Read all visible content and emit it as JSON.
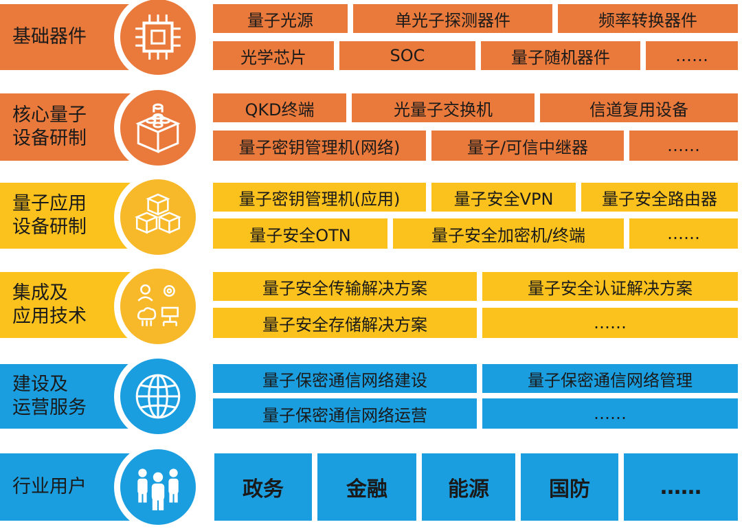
{
  "rows": [
    {
      "label": "基础器件",
      "icon": "chip-icon",
      "color": "#ea7a3b",
      "items": [
        "量子光源",
        "单光子探测器件",
        "频率转换器件",
        "光学芯片",
        "SOC",
        "量子随机器件",
        "……"
      ]
    },
    {
      "label": "核心量子\n设备研制",
      "icon": "blocks-icon",
      "color": "#ea7a3b",
      "items": [
        "QKD终端",
        "光量子交换机",
        "信道复用设备",
        "量子密钥管理机(网络)",
        "量子/可信中继器",
        "……"
      ]
    },
    {
      "label": "量子应用\n设备研制",
      "icon": "cubes-icon",
      "color": "#fbc21e",
      "items": [
        "量子密钥管理机(应用)",
        "量子安全VPN",
        "量子安全路由器",
        "量子安全OTN",
        "量子安全加密机/终端",
        "……"
      ]
    },
    {
      "label": "集成及\n应用技术",
      "icon": "integration-icon",
      "color": "#fbc21e",
      "items": [
        "量子安全传输解决方案",
        "量子安全认证解决方案",
        "量子安全存储解决方案",
        "……"
      ]
    },
    {
      "label": "建设及\n运营服务",
      "icon": "globe-icon",
      "color": "#1a9ee0",
      "items": [
        "量子保密通信网络建设",
        "量子保密通信网络管理",
        "量子保密通信网络运营",
        "……"
      ]
    },
    {
      "label": "行业用户",
      "icon": "users-icon",
      "color": "#1a9ee0",
      "items": [
        "政务",
        "金融",
        "能源",
        "国防",
        "……"
      ]
    }
  ]
}
